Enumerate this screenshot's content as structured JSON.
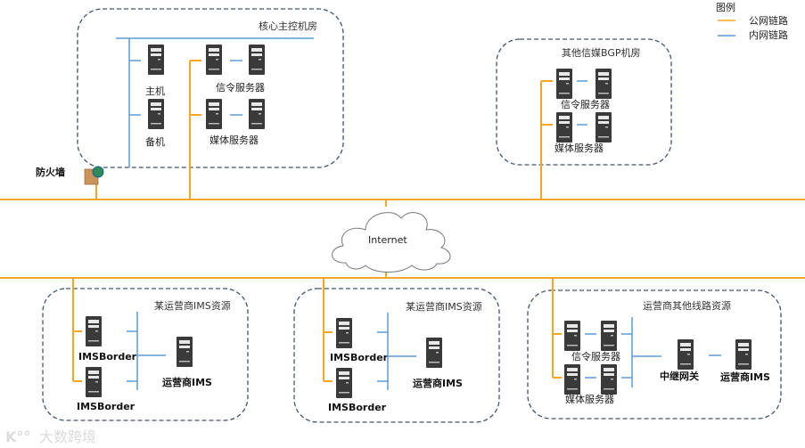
{
  "legend": {
    "title": "图例",
    "items": [
      {
        "label": "公网链路",
        "color": "#f5a623"
      },
      {
        "label": "内网链路",
        "color": "#5b9bd5"
      }
    ]
  },
  "core_room": {
    "title": "核心主控机房",
    "host_label": "主机",
    "backup_label": "备机",
    "signal_label": "信令服务器",
    "media_label": "媒体服务器"
  },
  "bgp_room": {
    "title": "其他信媒BGP机房",
    "signal_label": "信令服务器",
    "media_label": "媒体服务器"
  },
  "firewall": {
    "label": "防火墙"
  },
  "internet": {
    "label": "Internet"
  },
  "ims_room_1": {
    "title": "某运营商IMS资源",
    "border1_label": "IMSBorder",
    "border2_label": "IMSBorder",
    "ims_label": "运营商IMS"
  },
  "ims_room_2": {
    "title": "某运营商IMS资源",
    "border1_label": "IMSBorder",
    "border2_label": "IMSBorder",
    "ims_label": "运营商IMS"
  },
  "other_room": {
    "title": "运营商其他线路资源",
    "signal_label": "信令服务器",
    "media_label": "媒体服务器",
    "gateway_label": "中继网关",
    "ims_label": "运营商IMS"
  },
  "watermark": {
    "text": "大数跨境"
  },
  "colors": {
    "public_link": "#f5a623",
    "private_link": "#5b9bd5",
    "room_border": "#44546a"
  }
}
